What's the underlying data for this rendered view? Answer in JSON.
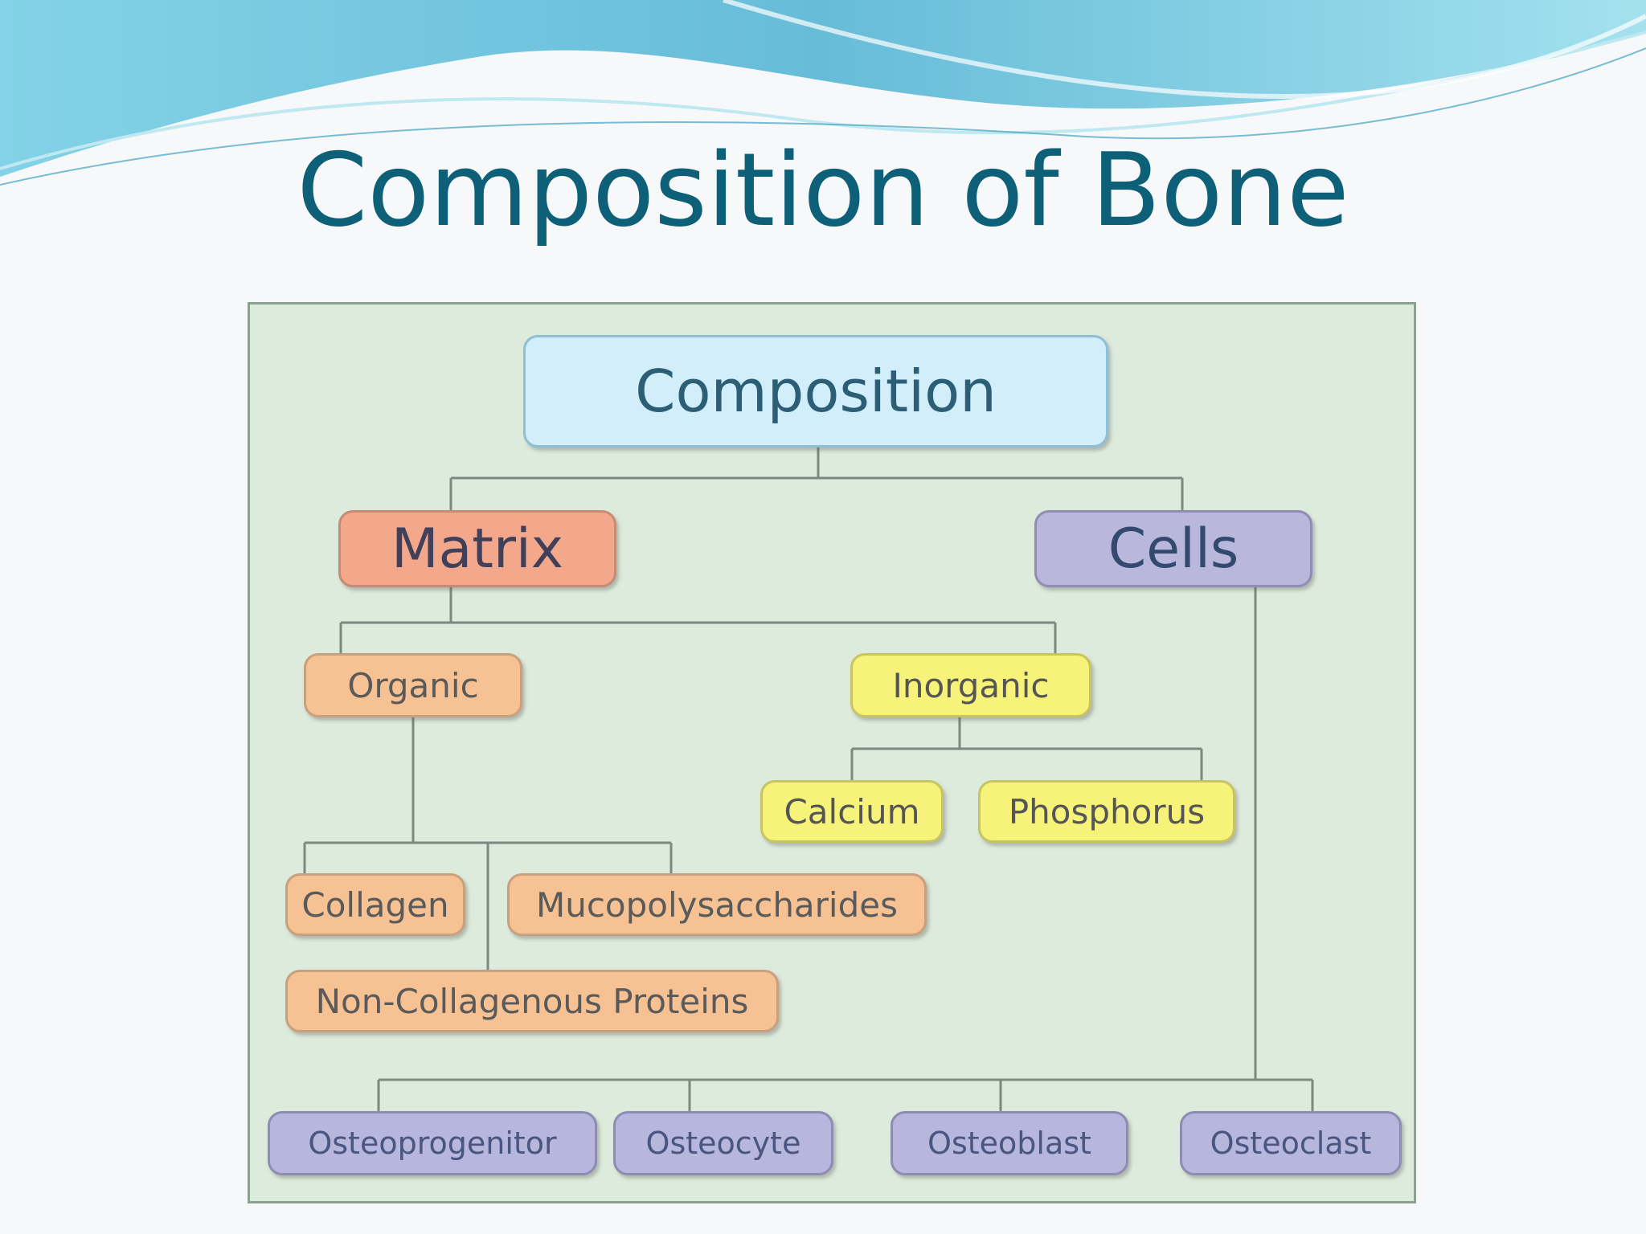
{
  "slide": {
    "title": "Composition of Bone"
  },
  "diagram": {
    "root": "Composition",
    "matrix": "Matrix",
    "cells": "Cells",
    "organic": "Organic",
    "inorganic": "Inorganic",
    "calcium": "Calcium",
    "phosphorus": "Phosphorus",
    "collagen": "Collagen",
    "mucopolysaccharides": "Mucopolysaccharides",
    "non_collagenous_proteins": "Non-Collagenous Proteins",
    "osteoprogenitor": "Osteoprogenitor",
    "osteocyte": "Osteocyte",
    "osteoblast": "Osteoblast",
    "osteoclast": "Osteoclast"
  },
  "colors": {
    "title": "#0e5f78",
    "panel_background": "#ddebdc",
    "root_box": "#d2eefb",
    "matrix_box": "#f3a88b",
    "cells_box": "#b9b7dc",
    "organic_boxes": "#f6c293",
    "inorganic_boxes": "#f6f27a",
    "cell_type_boxes": "#b7b6dc"
  }
}
